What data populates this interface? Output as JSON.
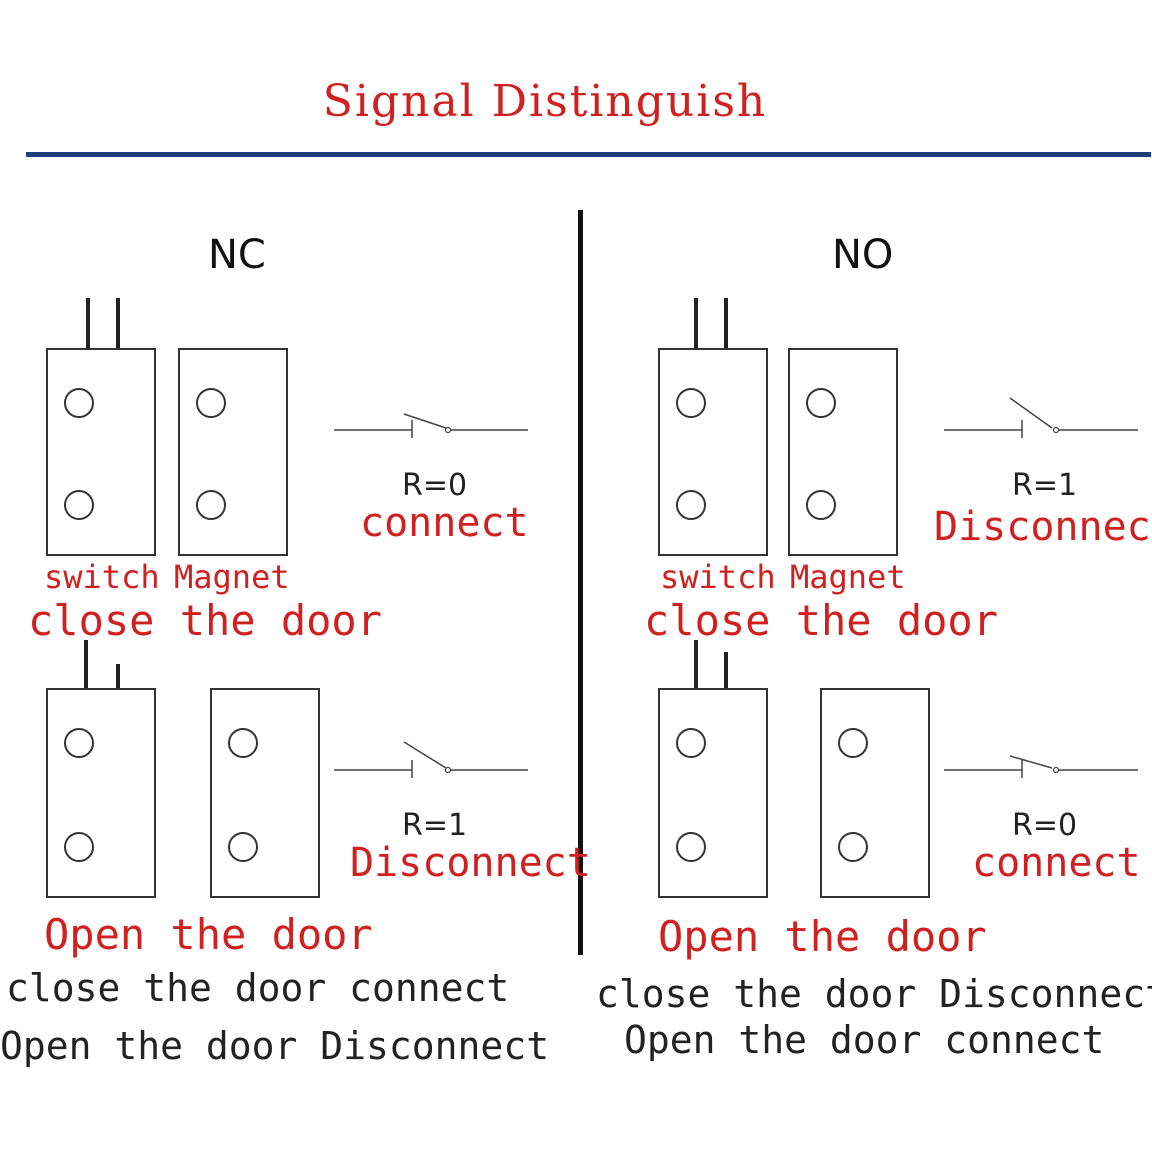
{
  "colors": {
    "title": "#d02020",
    "rule": "#1f3f7a",
    "label": "#d02020",
    "text": "#222222"
  },
  "title": "Signal Distinguish",
  "nc": {
    "heading": "NC",
    "closed": {
      "r": "R=0",
      "state": "connect",
      "switch_label": "switch",
      "magnet_label": "Magnet",
      "caption": "close the door"
    },
    "open": {
      "r": "R=1",
      "state": "Disconnect",
      "caption": "Open the door"
    },
    "summary": [
      "close the door connect",
      "Open the door Disconnect"
    ]
  },
  "no": {
    "heading": "NO",
    "closed": {
      "r": "R=1",
      "state": "Disconnect",
      "switch_label": "switch",
      "magnet_label": "Magnet",
      "caption": "close the door"
    },
    "open": {
      "r": "R=0",
      "state": "connect",
      "caption": "Open the door"
    },
    "summary": [
      "close the door Disconnect",
      "Open the door connect"
    ]
  }
}
